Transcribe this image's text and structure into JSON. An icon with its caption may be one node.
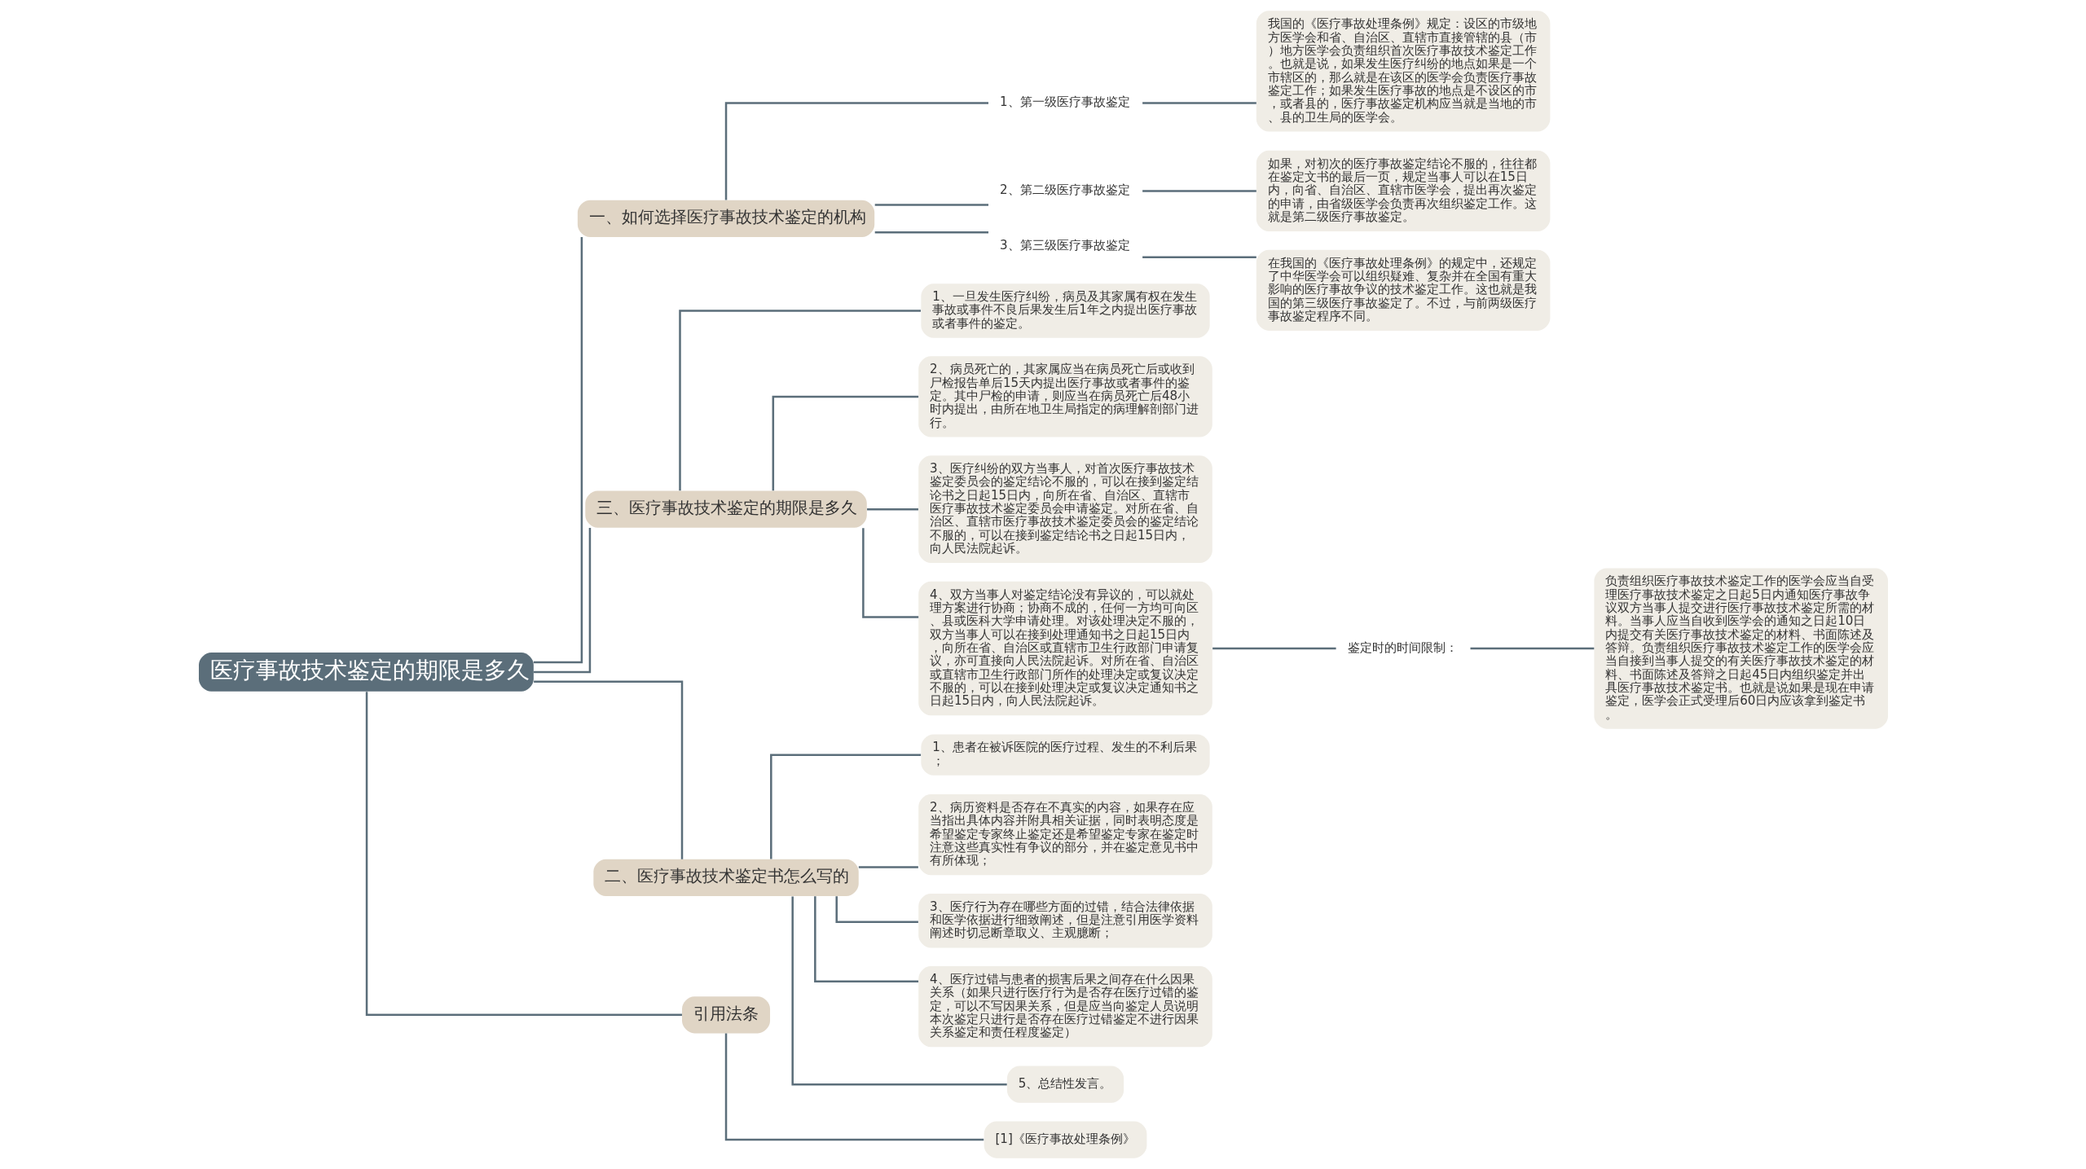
{
  "diagram": {
    "nodes": [
      {
        "text": [
          "医疗事故技术鉴定的期限是多久"
        ]
      },
      {
        "text": [
          "一、如何选择医疗事故技术鉴定的机构"
        ]
      },
      {
        "text": [
          "1、第一级医疗事故鉴定"
        ]
      },
      {
        "text": [
          "我国的《医疗事故处理条例》规定：设区的市级地方医学会和省、自治区、直辖市直接管辖的县（市）地方医学会负责组织首次医疗事故技术鉴定工作。也就是说，如果发生医疗纠纷的地点如果是一个市辖区的，那么就是在该区的医学会负责医疗事故鉴定工作；如果发生医疗事故的地点是不设区的市，或者县的，医疗事故鉴定机构应当就是当地的市、县的卫生局的医学会。"
        ]
      },
      {
        "text": [
          "2、第二级医疗事故鉴定"
        ]
      },
      {
        "text": [
          "如果，对初次的医疗事故鉴定结论不服的，往往都在鉴定文书的最后一页，规定当事人可以在15日内，向省、自治区、直辖市医学会，提出再次鉴定的申请，由省级医学会负责再次组织鉴定工作。这就是第二级医疗事故鉴定。"
        ]
      },
      {
        "text": [
          "3、第三级医疗事故鉴定"
        ]
      },
      {
        "text": [
          "在我国的《医疗事故处理条例》的规定中，还规定了中华医学会可以组织疑难、复杂并在全国有重大影响的医疗事故争议的技术鉴定工作。这也就是我国的第三级医疗事故鉴定了。不过，与前两级医疗事故鉴定程序不同。"
        ]
      },
      {
        "text": [
          "三、医疗事故技术鉴定的期限是多久"
        ]
      },
      {
        "text": [
          "1、一旦发生医疗纠纷，病员及其家属有权在发生事故或事件不良后果发生后1年之内提出医疗事故或者事件的鉴定。"
        ]
      },
      {
        "text": [
          "2、病员死亡的，其家属应当在病员死亡后或收到尸检报告单后15天内提出医疗事故或者事件的鉴定。其中尸检的申请，则应当在病员死亡后48小时内提出，由所在地卫生局指定的病理解剖部门进行。"
        ]
      },
      {
        "text": [
          "3、医疗纠纷的双方当事人，对首次医疗事故技术鉴定委员会的鉴定结论不服的，可以在接到鉴定结论书之日起15日内，向所在省、自治区、直辖市医疗事故技术鉴定委员会申请鉴定。对所在省、自治区、直辖市医疗事故技术鉴定委员会的鉴定结论不服的，可以在接到鉴定结论书之日起15日内，向人民法院起诉。"
        ]
      },
      {
        "text": [
          "4、双方当事人对鉴定结论没有异议的，可以就处理方案进行协商；协商不成的，任何一方均可向区、县或医科大学申请处理。对该处理决定不服的，双方当事人可以在接到处理通知书之日起15日内，向所在省、自治区或直辖市卫生行政部门申请复议，亦可直接向人民法院起诉。对所在省、自治区或直辖市卫生行政部门所作的处理决定或复议决定不服的，可以在接到处理决定或复议决定通知书之日起15日内，向人民法院起诉。"
        ]
      },
      {
        "text": [
          "鉴定时的时间限制："
        ]
      },
      {
        "text": [
          "负责组织医疗事故技术鉴定工作的医学会应当自受理医疗事故技术鉴定之日起5日内通知医疗事故争议双方当事人提交进行医疗事故技术鉴定所需的材料。当事人应当自收到医学会的通知之日起10日内提交有关医疗事故技术鉴定的材料、书面陈述及答辩。负责组织医疗事故技术鉴定工作的医学会应当自接到当事人提交的有关医疗事故技术鉴定的材料、书面陈述及答辩之日起45日内组织鉴定并出具医疗事故技术鉴定书。也就是说如果是现在申请鉴定，医学会正式受理后60日内应该拿到鉴定书。"
        ]
      },
      {
        "text": [
          "二、医疗事故技术鉴定书怎么写的"
        ]
      },
      {
        "text": [
          "1、患者在被诉医院的医疗过程、发生的不利后果；"
        ]
      },
      {
        "text": [
          "2、病历资料是否存在不真实的内容，如果存在应当指出具体内容并附具相关证据，同时表明态度是希望鉴定专家终止鉴定还是希望鉴定专家在鉴定时注意这些真实性有争议的部分，并在鉴定意见书中有所体现；"
        ]
      },
      {
        "text": [
          "3、医疗行为存在哪些方面的过错，结合法律依据和医学依据进行细致阐述，但是注意引用医学资料阐述时切忌断章取义、主观臆断；"
        ]
      },
      {
        "text": [
          "4、医疗过错与患者的损害后果之间存在什么因果关系（如果只进行医疗行为是否存在医疗过错的鉴定，可以不写因果关系，但是应当向鉴定人员说明本次鉴定只进行是否存在医疗过错鉴定不进行因果关系鉴定和责任程度鉴定）"
        ]
      },
      {
        "text": [
          "5、总结性发言。"
        ]
      },
      {
        "text": [
          "引用法条"
        ]
      },
      {
        "text": [
          "[1]《医疗事故处理条例》"
        ]
      }
    ],
    "edges": [
      {
        "from": 0,
        "to": 1,
        "arrow": "none"
      },
      {
        "from": 1,
        "to": 2,
        "arrow": "none"
      },
      {
        "from": 2,
        "to": 3,
        "arrow": "none"
      },
      {
        "from": 1,
        "to": 4,
        "arrow": "none"
      },
      {
        "from": 4,
        "to": 5,
        "arrow": "none"
      },
      {
        "from": 1,
        "to": 6,
        "arrow": "none"
      },
      {
        "from": 6,
        "to": 7,
        "arrow": "none"
      },
      {
        "from": 0,
        "to": 8,
        "arrow": "none"
      },
      {
        "from": 8,
        "to": 9,
        "arrow": "none"
      },
      {
        "from": 8,
        "to": 10,
        "arrow": "none"
      },
      {
        "from": 8,
        "to": 11,
        "arrow": "none"
      },
      {
        "from": 8,
        "to": 12,
        "arrow": "none"
      },
      {
        "from": 12,
        "to": 13,
        "arrow": "none"
      },
      {
        "from": 13,
        "to": 14,
        "arrow": "none"
      },
      {
        "from": 0,
        "to": 15,
        "arrow": "none"
      },
      {
        "from": 15,
        "to": 16,
        "arrow": "none"
      },
      {
        "from": 15,
        "to": 17,
        "arrow": "none"
      },
      {
        "from": 15,
        "to": 18,
        "arrow": "none"
      },
      {
        "from": 15,
        "to": 19,
        "arrow": "none"
      },
      {
        "from": 15,
        "to": 20,
        "arrow": "none"
      },
      {
        "from": 0,
        "to": 21,
        "arrow": "none"
      },
      {
        "from": 21,
        "to": 22,
        "arrow": "none"
      }
    ]
  }
}
